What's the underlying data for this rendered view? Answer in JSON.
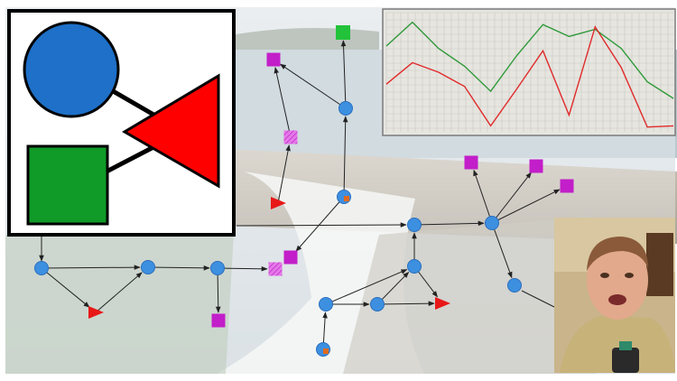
{
  "colors": {
    "node_blue": "#3d8fe0",
    "node_blue_stroke": "#2a6fbd",
    "magenta": "#c21ec9",
    "magenta_light": "#e47ae8",
    "green": "#22c23a",
    "red": "#e81818",
    "orange": "#e06a1e",
    "legend_circle": "#1e70c8",
    "legend_triangle": "#ff0000",
    "legend_square": "#109a28",
    "chart_green": "#2f9a3a",
    "chart_red": "#e02a2a",
    "chart_bg": "#e6e5e0",
    "chart_grid": "#c9c7c0"
  },
  "legend": {
    "shapes": [
      "circle",
      "triangle",
      "square"
    ]
  },
  "network": {
    "nodes": [
      {
        "id": "a1",
        "shape": "circle",
        "color": "blue"
      },
      {
        "id": "a2",
        "shape": "circle",
        "color": "blue"
      },
      {
        "id": "a3",
        "shape": "circle",
        "color": "blue"
      },
      {
        "id": "a4",
        "shape": "circle",
        "color": "blue"
      },
      {
        "id": "a5",
        "shape": "circle",
        "color": "blue"
      },
      {
        "id": "a6",
        "shape": "circle",
        "color": "blue"
      },
      {
        "id": "a7",
        "shape": "circle",
        "color": "blue"
      },
      {
        "id": "a8",
        "shape": "circle",
        "color": "blue"
      },
      {
        "id": "a9",
        "shape": "circle",
        "color": "blue"
      },
      {
        "id": "a10",
        "shape": "circle",
        "color": "blue"
      },
      {
        "id": "a11",
        "shape": "circle",
        "color": "blue"
      },
      {
        "id": "a12",
        "shape": "circle",
        "color": "blue"
      },
      {
        "id": "a13",
        "shape": "circle",
        "color": "blue"
      }
    ]
  },
  "chart_data": {
    "type": "line",
    "title": "",
    "xlabel": "",
    "ylabel": "",
    "x": [
      0,
      1,
      2,
      3,
      4,
      5,
      6,
      7,
      8,
      9,
      10,
      11
    ],
    "ylim": [
      0,
      100
    ],
    "grid": true,
    "series": [
      {
        "color": "green",
        "values": [
          72,
          92,
          70,
          55,
          34,
          64,
          90,
          80,
          86,
          70,
          42,
          28
        ]
      },
      {
        "color": "red",
        "values": [
          40,
          58,
          50,
          38,
          5,
          36,
          68,
          14,
          88,
          54,
          4,
          5
        ]
      }
    ]
  }
}
